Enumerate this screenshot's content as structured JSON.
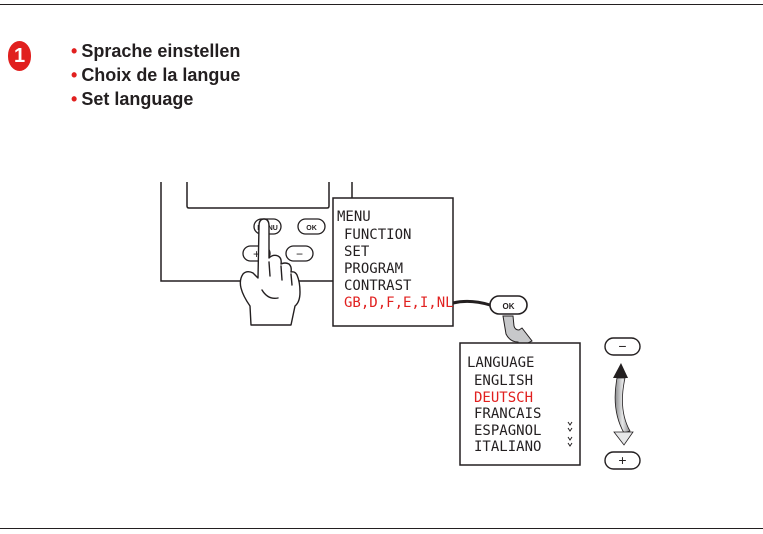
{
  "step": {
    "number": "1"
  },
  "headings": [
    {
      "bullet": "•",
      "text": "Sprache einstellen"
    },
    {
      "bullet": "•",
      "text": "Choix de la langue"
    },
    {
      "bullet": "•",
      "text": "Set language"
    }
  ],
  "device": {
    "menu_button_label": "MENU",
    "ok_button_label": "OK",
    "plus_button_label": "+",
    "minus_button_label": "−"
  },
  "menu_screen": {
    "title": "MENU",
    "items": [
      "FUNCTION",
      "SET",
      "PROGRAM",
      "CONTRAST"
    ],
    "highlighted_item": "GB,D,F,E,I,NL"
  },
  "ok_label": "OK",
  "language_screen": {
    "title": "LANGUAGE",
    "items": [
      "ENGLISH",
      "DEUTSCH",
      "FRANCAIS",
      "ESPAGNOL",
      "ITALIANO"
    ],
    "selected_index": 1
  },
  "nav": {
    "minus_label": "−",
    "plus_label": "+"
  },
  "colors": {
    "accent": "#e1201f",
    "ink": "#231f20",
    "arrow_gray": "#c7c8ca"
  }
}
